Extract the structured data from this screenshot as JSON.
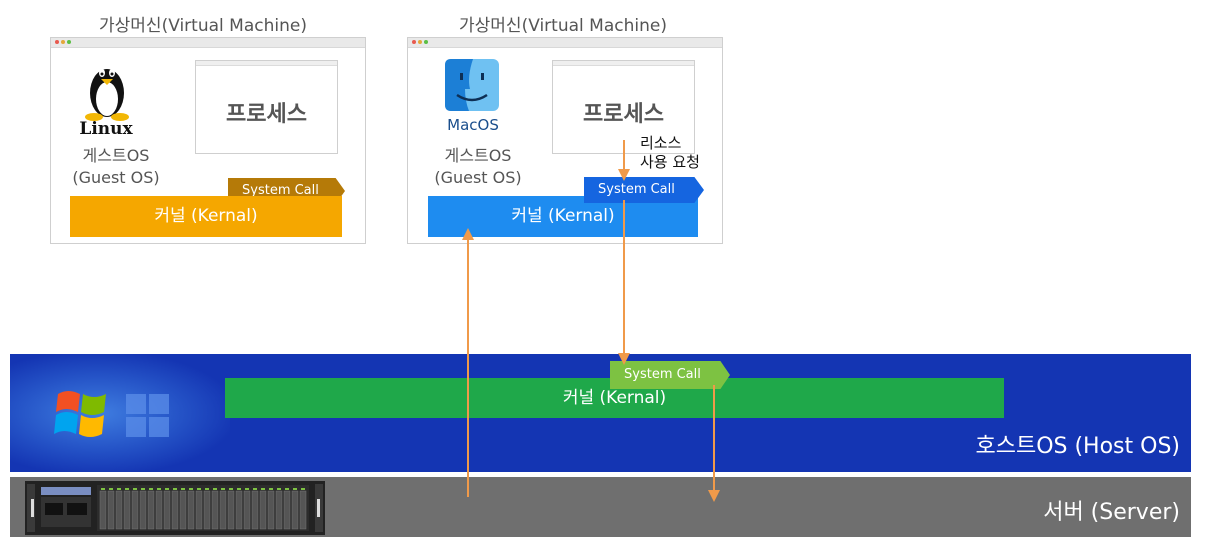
{
  "vm1": {
    "title": "가상머신(Virtual Machine)",
    "os_logo_text": "Linux",
    "guest_os_line1": "게스트OS",
    "guest_os_line2": "(Guest OS)",
    "process": "프로세스",
    "system_call": "System Call",
    "kernel": "커널 (Kernal)"
  },
  "vm2": {
    "title": "가상머신(Virtual Machine)",
    "os_logo_text": "MacOS",
    "guest_os_line1": "게스트OS",
    "guest_os_line2": "(Guest OS)",
    "process": "프로세스",
    "resource_request_line1": "리소스",
    "resource_request_line2": "사용 요청",
    "system_call": "System Call",
    "kernel": "커널 (Kernal)"
  },
  "host": {
    "system_call": "System Call",
    "kernel": "커널 (Kernal)",
    "label": "호스트OS (Host OS)"
  },
  "server": {
    "label": "서버 (Server)"
  },
  "colors": {
    "orange_kernel": "#f5a700",
    "orange_syscall": "#b57a08",
    "blue_kernel": "#1e8cf0",
    "blue_syscall": "#1565e0",
    "green_kernel": "#1fa84a",
    "green_syscall": "#7dc242",
    "host_band": "#1435b3",
    "server_band": "#6f6f6f",
    "arrow": "#f09a4a"
  }
}
